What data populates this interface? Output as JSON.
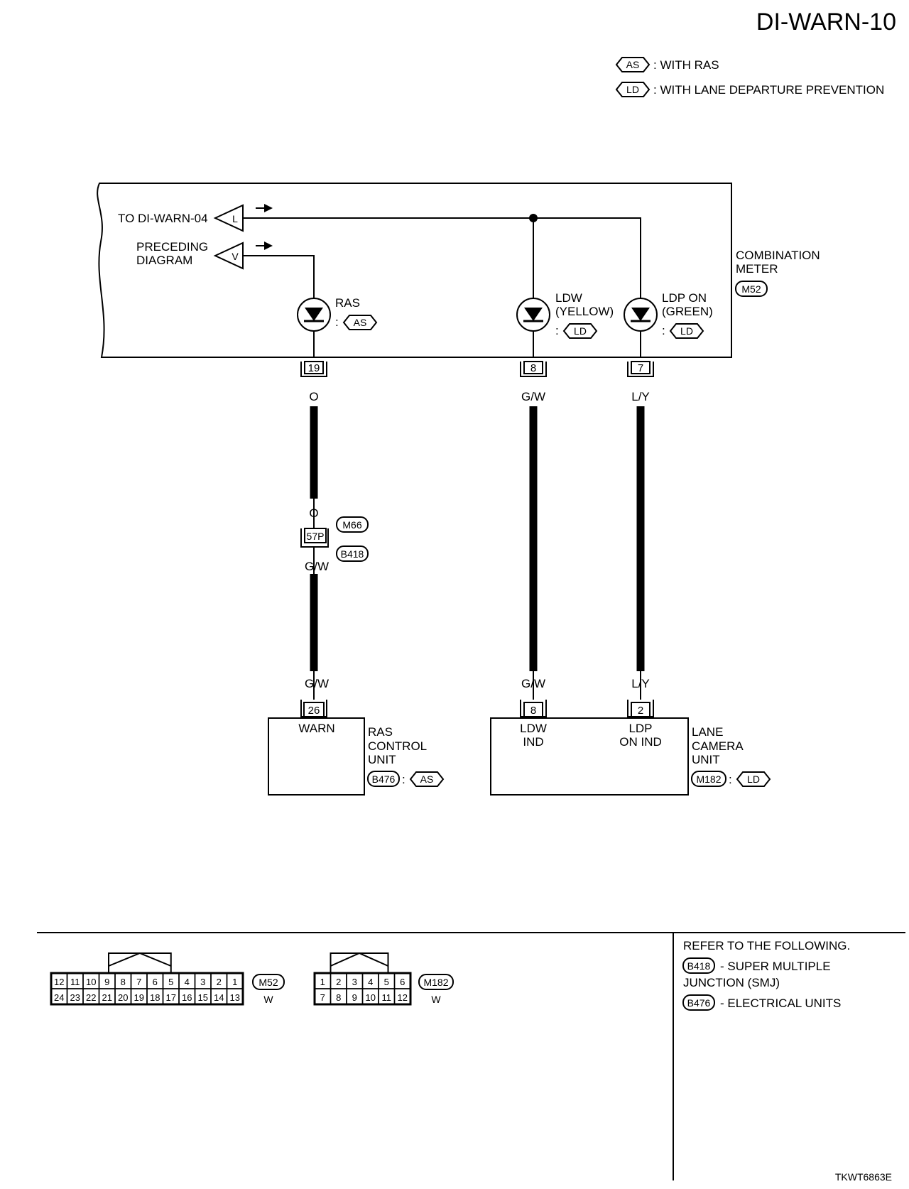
{
  "page_title": "DI-WARN-10",
  "legend": [
    {
      "tag": "AS",
      "text": ": WITH RAS"
    },
    {
      "tag": "LD",
      "text": ": WITH LANE DEPARTURE PREVENTION"
    }
  ],
  "combination_meter": {
    "name_line1": "COMBINATION",
    "name_line2": "METER",
    "connector": "M52"
  },
  "off_page": {
    "to_warn": {
      "text": "TO DI-WARN-04",
      "tag": "L"
    },
    "preceding_line1": "PRECEDING",
    "preceding_line2": "DIAGRAM",
    "preceding_tag": "V"
  },
  "lamps": {
    "ras": {
      "label": "RAS",
      "tag": "AS"
    },
    "ldw": {
      "label_line1": "LDW",
      "label_line2": "(YELLOW)",
      "tag": "LD"
    },
    "ldp": {
      "label_line1": "LDP ON",
      "label_line2": "(GREEN)",
      "tag": "LD"
    }
  },
  "meter_pins": {
    "ras": "19",
    "ldw": "8",
    "ldp": "7"
  },
  "wires": {
    "ras_top": "O",
    "ras_joint_top": "O",
    "ras_joint_bottom": "G/W",
    "ras_bottom": "G/W",
    "ldw_top": "G/W",
    "ldw_bottom": "G/W",
    "ldp_top": "L/Y",
    "ldp_bottom": "L/Y"
  },
  "joint": {
    "pin": "57P",
    "connector_top": "M66",
    "connector_bottom": "B418"
  },
  "ras_unit": {
    "pin": "26",
    "pin_name": "WARN",
    "name_line1": "RAS",
    "name_line2": "CONTROL",
    "name_line3": "UNIT",
    "connector": "B476",
    "tag": "AS"
  },
  "lane_camera": {
    "pin_ldw": "8",
    "pin_ldw_name1": "LDW",
    "pin_ldw_name2": "IND",
    "pin_ldp": "2",
    "pin_ldp_name1": "LDP",
    "pin_ldp_name2": "ON IND",
    "name_line1": "LANE",
    "name_line2": "CAMERA",
    "name_line3": "UNIT",
    "connector": "M182",
    "tag": "LD"
  },
  "connector_views": {
    "m52": {
      "id": "M52",
      "color": "W",
      "row1": [
        "12",
        "11",
        "10",
        "9",
        "8",
        "7",
        "6",
        "5",
        "4",
        "3",
        "2",
        "1"
      ],
      "row2": [
        "24",
        "23",
        "22",
        "21",
        "20",
        "19",
        "18",
        "17",
        "16",
        "15",
        "14",
        "13"
      ]
    },
    "m182": {
      "id": "M182",
      "color": "W",
      "row1": [
        "1",
        "2",
        "3",
        "4",
        "5",
        "6"
      ],
      "row2": [
        "7",
        "8",
        "9",
        "10",
        "11",
        "12"
      ]
    }
  },
  "references": {
    "title": "REFER TO THE FOLLOWING.",
    "items": [
      {
        "id": "B418",
        "text_line1": "- SUPER MULTIPLE",
        "text_line2": "JUNCTION (SMJ)"
      },
      {
        "id": "B476",
        "text_line1": "- ELECTRICAL UNITS"
      }
    ]
  },
  "figure_code": "TKWT6863E"
}
